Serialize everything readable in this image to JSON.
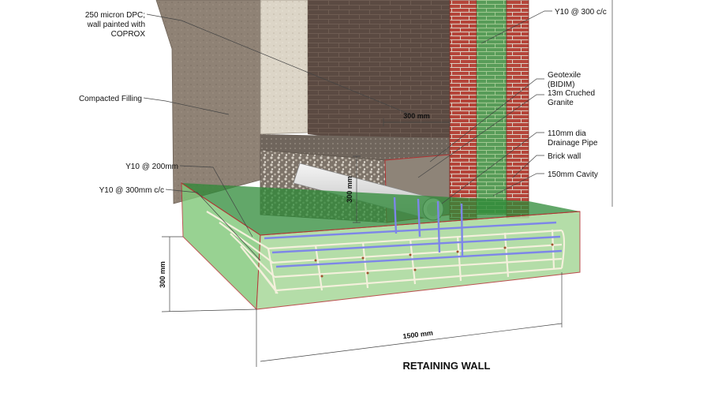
{
  "title": "RETAINING WALL",
  "labels": {
    "dpc": [
      "250 micron DPC;",
      "wall painted with",
      "COPROX"
    ],
    "compacted": "Compacted Filling",
    "y10_200": "Y10 @ 200mm",
    "y10_300cc_left": "Y10 @ 300mm c/c",
    "y10_300cc_top": "Y10 @ 300 c/c",
    "geotexile": [
      "Geotexile",
      "(BIDIM)"
    ],
    "granite": [
      "13m Cruched",
      "Granite"
    ],
    "drain": [
      "110mm dia",
      "Drainage Pipe"
    ],
    "brick": "Brick wall",
    "cavity": "150mm Cavity"
  },
  "dims": {
    "d300_top": "300 mm",
    "d300_vert": "300 mm",
    "d300_base": "300 mm",
    "d1500": "1500 mm"
  },
  "colors": {
    "concrete_green": "#7fc878",
    "brick_red": "#b5453a",
    "mortar": "#d9cfc2",
    "soil": "#8f8275",
    "rebar": "#f4f0dc",
    "rebar_blue": "#7d86e8"
  }
}
